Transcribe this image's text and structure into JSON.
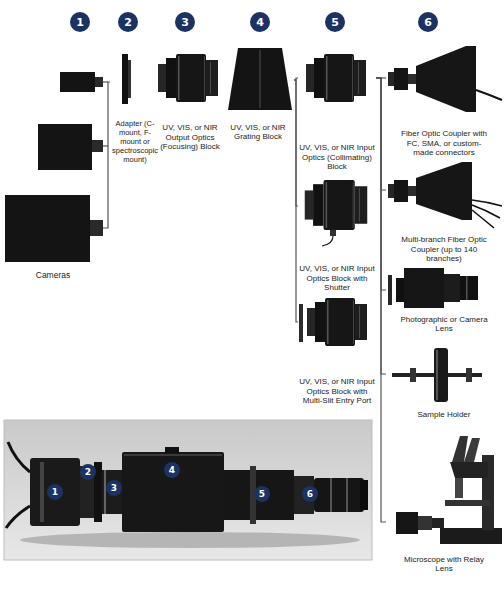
{
  "diagram": {
    "nodes": [
      {
        "text": [
          "1"
        ]
      },
      {
        "text": [
          "2"
        ]
      },
      {
        "text": [
          "3"
        ]
      },
      {
        "text": [
          "4"
        ]
      },
      {
        "text": [
          "5"
        ]
      },
      {
        "text": [
          "6"
        ]
      },
      {
        "text": [
          "Cameras"
        ]
      },
      {
        "text": [
          "Adapter (C-mount, F-mount or spectroscopic mount)"
        ]
      },
      {
        "text": [
          "UV, VIS, or NIR Output Optics (Focusing) Block"
        ]
      },
      {
        "text": [
          "UV, VIS, or NIR Grating Block"
        ]
      },
      {
        "text": [
          "UV, VIS, or NIR Input Optics (Collimating) Block"
        ]
      },
      {
        "text": [
          "UV, VIS, or NIR Input Optics Block with Shutter"
        ]
      },
      {
        "text": [
          "UV, VIS, or NIR Input Optics Block with Multi-Slit Entry Port"
        ]
      },
      {
        "text": [
          "Fiber Optic Coupler with FC, SMA, or custom-made connectors"
        ]
      },
      {
        "text": [
          "Multi-branch Fiber Optic Coupler (up to 140 branches)"
        ]
      },
      {
        "text": [
          "Photographic or Camera Lens"
        ]
      },
      {
        "text": [
          "Sample Holder"
        ]
      },
      {
        "text": [
          "Microscope with Relay Lens"
        ]
      },
      {
        "text": [
          "1"
        ]
      },
      {
        "text": [
          "2"
        ]
      },
      {
        "text": [
          "3"
        ]
      },
      {
        "text": [
          "4"
        ]
      },
      {
        "text": [
          "5"
        ]
      },
      {
        "text": [
          "6"
        ]
      }
    ],
    "edges": [
      {
        "from": 6,
        "to": 7,
        "arrow": "none"
      },
      {
        "from": 9,
        "to": 10,
        "arrow": "none"
      },
      {
        "from": 9,
        "to": 11,
        "arrow": "none"
      },
      {
        "from": 9,
        "to": 12,
        "arrow": "none"
      },
      {
        "from": 10,
        "to": 13,
        "arrow": "none"
      },
      {
        "from": 10,
        "to": 14,
        "arrow": "none"
      },
      {
        "from": 10,
        "to": 15,
        "arrow": "none"
      },
      {
        "from": 10,
        "to": 16,
        "arrow": "none"
      },
      {
        "from": 10,
        "to": 17,
        "arrow": "none"
      }
    ]
  }
}
